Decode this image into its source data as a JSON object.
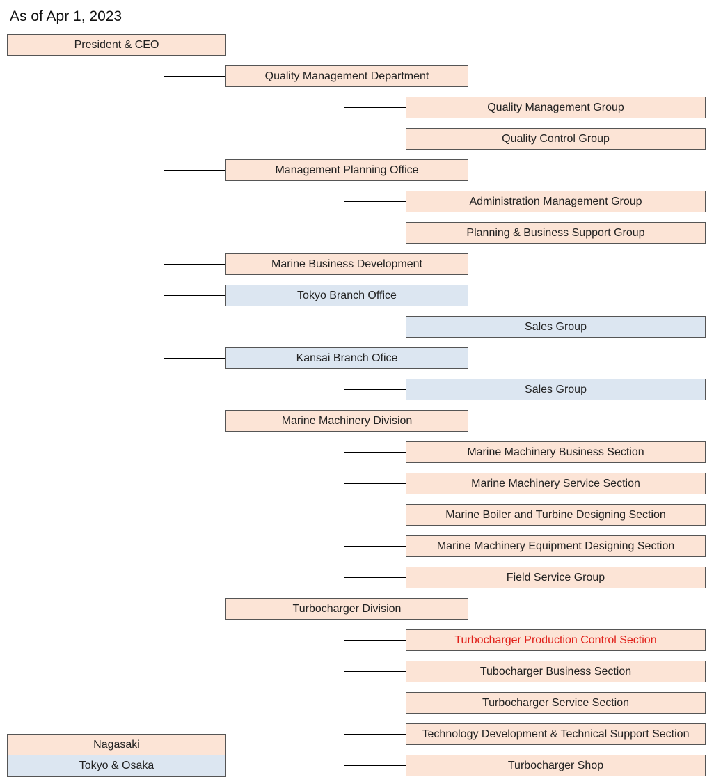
{
  "header": {
    "date_label": "As of Apr 1, 2023"
  },
  "colors": {
    "nagasaki": "#fce4d6",
    "tokyo_osaka": "#dce6f1",
    "highlight_text": "#e0201a",
    "line": "#000000"
  },
  "org": {
    "ceo": "President & CEO",
    "departments": [
      {
        "name": "Quality Management Department",
        "location": "nagasaki",
        "children": [
          {
            "name": "Quality Management Group"
          },
          {
            "name": "Quality Control Group"
          }
        ]
      },
      {
        "name": "Management Planning Office",
        "location": "nagasaki",
        "children": [
          {
            "name": "Administration Management Group"
          },
          {
            "name": "Planning & Business Support Group"
          }
        ]
      },
      {
        "name": "Marine Business Development",
        "location": "nagasaki",
        "children": []
      },
      {
        "name": "Tokyo Branch Office",
        "location": "tokyo_osaka",
        "children": [
          {
            "name": "Sales Group"
          }
        ]
      },
      {
        "name": "Kansai Branch Ofice",
        "location": "tokyo_osaka",
        "children": [
          {
            "name": "Sales Group"
          }
        ]
      },
      {
        "name": "Marine Machinery Division",
        "location": "nagasaki",
        "children": [
          {
            "name": "Marine Machinery Business Section"
          },
          {
            "name": "Marine Machinery Service Section"
          },
          {
            "name": "Marine Boiler and Turbine Designing Section"
          },
          {
            "name": "Marine Machinery Equipment Designing Section"
          },
          {
            "name": "Field Service Group"
          }
        ]
      },
      {
        "name": "Turbocharger Division",
        "location": "nagasaki",
        "children": [
          {
            "name": "Turbocharger Production Control Section",
            "highlight": true
          },
          {
            "name": "Tubocharger Business Section"
          },
          {
            "name": "Turbocharger Service Section"
          },
          {
            "name": "Technology Development & Technical Support Section"
          },
          {
            "name": "Turbocharger Shop"
          }
        ]
      }
    ]
  },
  "legend": [
    {
      "label": "Nagasaki",
      "location": "nagasaki"
    },
    {
      "label": "Tokyo & Osaka",
      "location": "tokyo_osaka"
    }
  ]
}
